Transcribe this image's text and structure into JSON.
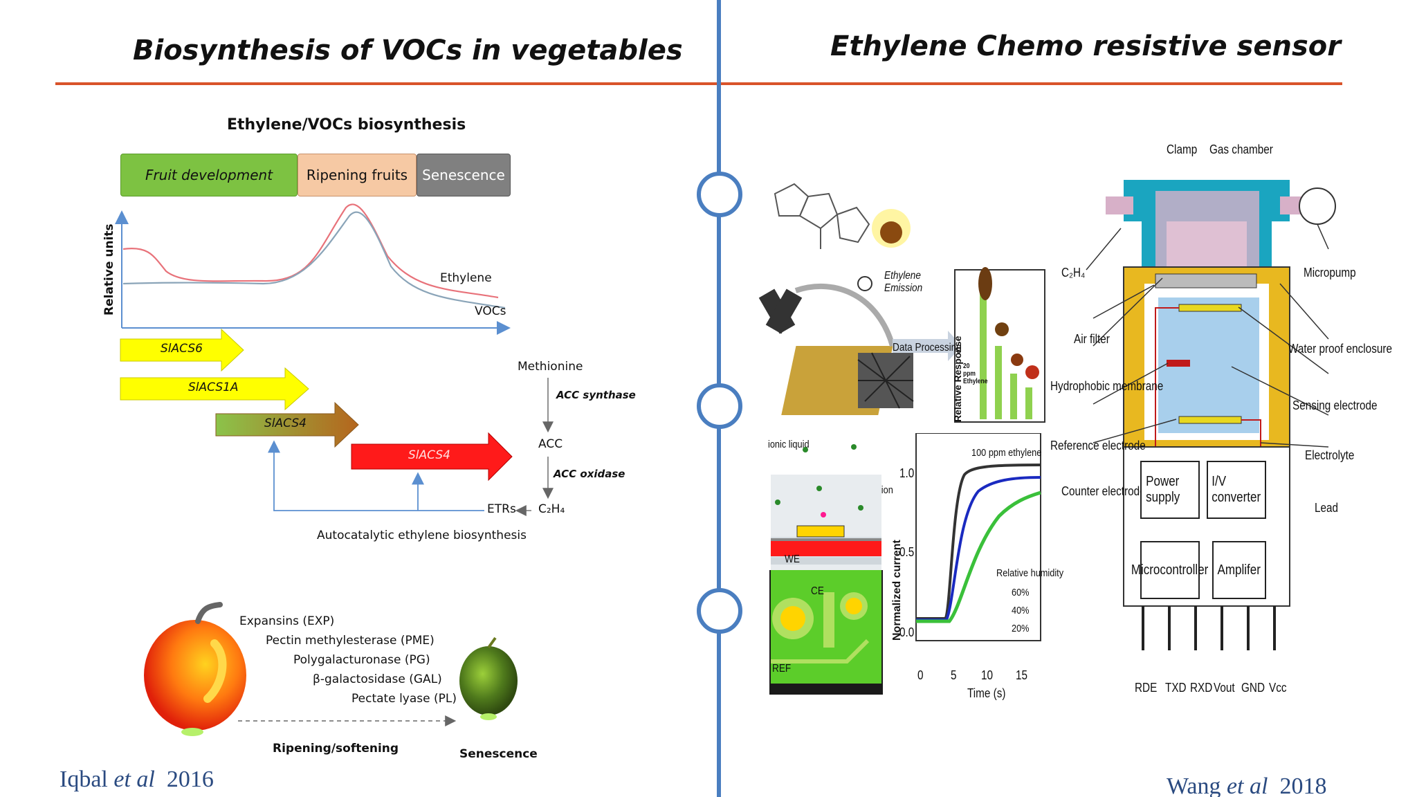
{
  "left": {
    "title": "Biosynthesis of VOCs in vegetables",
    "citation": {
      "author": "Iqbal",
      "etal": "et al",
      "year": "2016"
    },
    "diagram_title": "Ethylene/VOCs biosynthesis",
    "phases": [
      "Fruit development",
      "Ripening fruits",
      "Senescence"
    ],
    "y_axis_label": "Relative units",
    "curve_labels": {
      "ethylene": "Ethylene",
      "vocs": "VOCs"
    },
    "genes": [
      "SlACS6",
      "SlACS1A",
      "SlACS4",
      "SlACS4"
    ],
    "pathway": {
      "methionine": "Methionine",
      "acc_synthase": "ACC synthase",
      "acc": "ACC",
      "acc_oxidase": "ACC oxidase",
      "etrs": "ETRs",
      "c2h4": "C₂H₄"
    },
    "autocatalytic": "Autocatalytic ethylene biosynthesis",
    "enzymes": [
      "Expansins (EXP)",
      "Pectin methylesterase (PME)",
      "Polygalacturonase (PG)",
      "β-galactosidase (GAL)",
      "Pectate lyase (PL)"
    ],
    "ripening_label": "Ripening/softening",
    "senescence_label": "Senescence",
    "colors": {
      "fruit_dev": "#7dc242",
      "ripening": "#f6c9a4",
      "senescence": "#808080",
      "rule": "#d9532a",
      "timeline": "#4a7ec0"
    }
  },
  "right": {
    "title": "Ethylene Chemo resistive sensor",
    "citation": {
      "author": "Wang",
      "etal": "et al",
      "year": "2018"
    },
    "panel_a": {
      "emission": "Ethylene Emission",
      "processing": "Data Processing",
      "response_axis": "Relative Response",
      "ppm": "20 ppm Ethylene"
    },
    "panel_b": {
      "ionic": "ionic liquid",
      "oxidation": "ethylene oxidation",
      "we": "WE",
      "ce": "CE",
      "ref": "REF",
      "y_axis": "Normalized current",
      "x_axis": "Time (s)",
      "x_ticks": [
        "0",
        "5",
        "10",
        "15"
      ],
      "y_ticks": [
        "0.0",
        "0.5",
        "1.0"
      ],
      "legend_title": "Relative humidity",
      "legend": [
        "60%",
        "40%",
        "20%"
      ],
      "pulse": "100 ppm ethylene"
    },
    "panel_c": {
      "clamp": "Clamp",
      "gas_chamber": "Gas chamber",
      "c2h4": "C₂H₄",
      "micropump": "Micropump",
      "air_filter": "Air filter",
      "hydrophobic": "Hydrophobic membrane",
      "waterproof": "Water proof enclosure",
      "sensing": "Sensing electrode",
      "reference": "Reference electrode",
      "electrolyte": "Electrolyte",
      "counter": "Counter electrode",
      "lead": "Lead",
      "power": "Power supply",
      "iv": "I/V converter",
      "micro": "Microcontroller",
      "amp": "Amplifer",
      "pins": [
        "RDE",
        "TXD",
        "RXD",
        "Vout",
        "GND",
        "Vcc"
      ]
    }
  }
}
